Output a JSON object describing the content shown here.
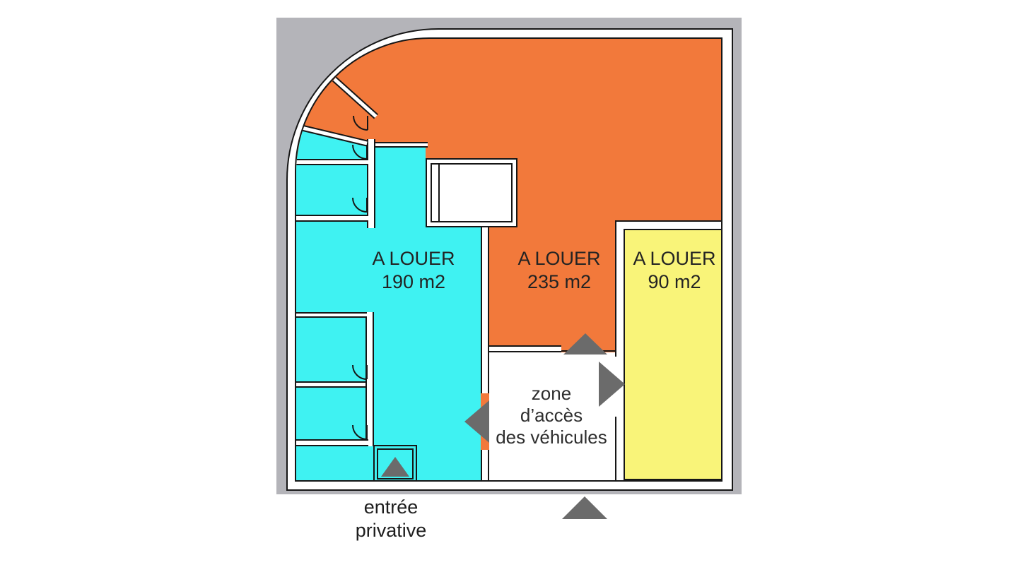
{
  "units": [
    {
      "name": "unit-190",
      "line1": "A LOUER",
      "line2": "190 m2",
      "fill": "#3ff2f2"
    },
    {
      "name": "unit-235",
      "line1": "A LOUER",
      "line2": "235 m2",
      "fill": "#f2793b"
    },
    {
      "name": "unit-90",
      "line1": "A LOUER",
      "line2": "90 m2",
      "fill": "#f9f479"
    }
  ],
  "access_zone": {
    "line1": "zone",
    "line2": "d’accès",
    "line3": "des véhicules",
    "fill": "#ffffff"
  },
  "entrance": {
    "line1": "entrée",
    "line2": "privative"
  },
  "colors": {
    "mat_background": "#b4b4b9",
    "page_background": "#ffffff",
    "wall_line": "#161616",
    "wall_fill": "#ffffff",
    "arrow_gray": "#6b6b6b",
    "label_text": "#232323"
  },
  "icons": {
    "vehicle_access_arrows": "direction-triangle-arrow-icon",
    "private_entrance_arrow": "entrance-triangle-arrow-icon",
    "doors": "door-swing-arc-icon"
  }
}
